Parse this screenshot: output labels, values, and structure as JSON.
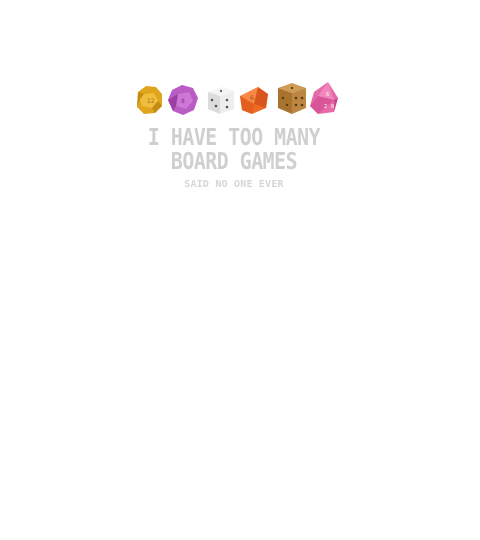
{
  "design": {
    "headline_line1": "I HAVE TOO MANY",
    "headline_line2": "BOARD GAMES",
    "tagline": "SAID NO ONE EVER",
    "text_color": "#cfcfcf"
  },
  "dice": [
    {
      "icon": "d12-die-icon",
      "color": "#e0a51c"
    },
    {
      "icon": "d10-die-icon",
      "color": "#b95cc4"
    },
    {
      "icon": "d6-die-icon",
      "color": "#e8e8e8"
    },
    {
      "icon": "d8-die-icon",
      "color": "#ee6a22"
    },
    {
      "icon": "d6-die-icon",
      "color": "#b9823f"
    },
    {
      "icon": "d20-die-icon",
      "color": "#e66aa8"
    }
  ]
}
